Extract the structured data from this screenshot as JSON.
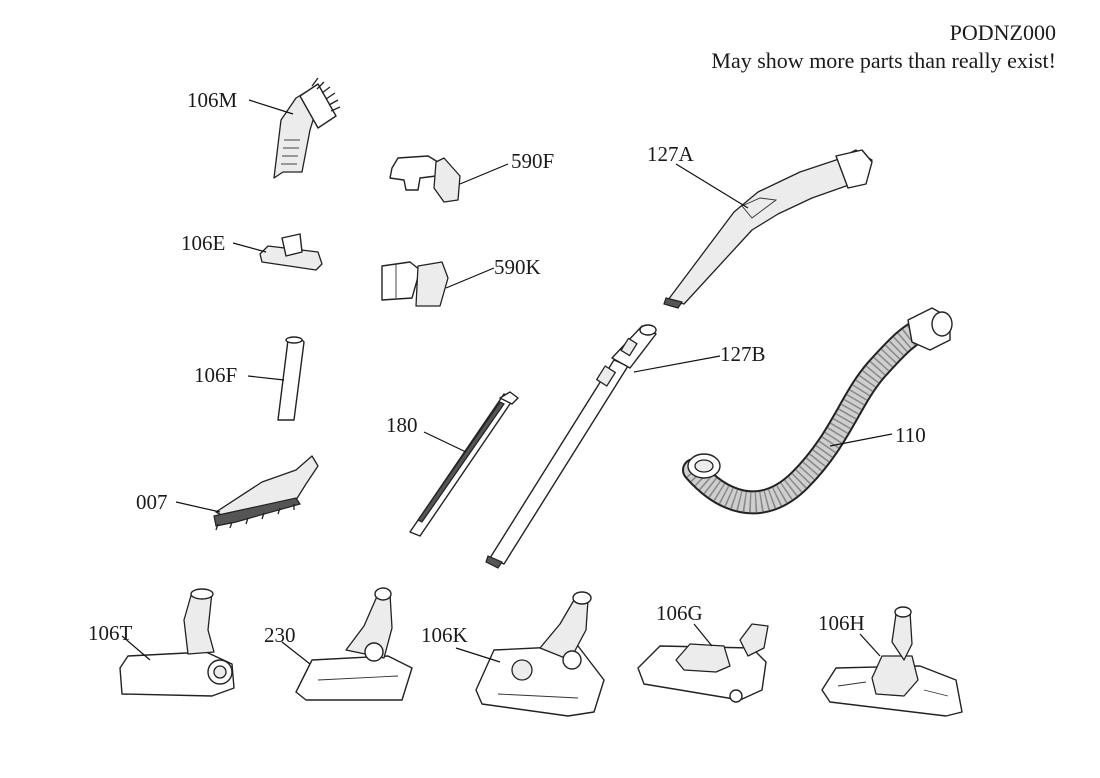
{
  "header": {
    "code": "PODNZ000",
    "note": "May show more parts than really exist!"
  },
  "parts": [
    {
      "id": "106M"
    },
    {
      "id": "590F"
    },
    {
      "id": "127A"
    },
    {
      "id": "106E"
    },
    {
      "id": "590K"
    },
    {
      "id": "106F"
    },
    {
      "id": "127B"
    },
    {
      "id": "180"
    },
    {
      "id": "110"
    },
    {
      "id": "007"
    },
    {
      "id": "106T"
    },
    {
      "id": "230"
    },
    {
      "id": "106K"
    },
    {
      "id": "106G"
    },
    {
      "id": "106H"
    }
  ]
}
